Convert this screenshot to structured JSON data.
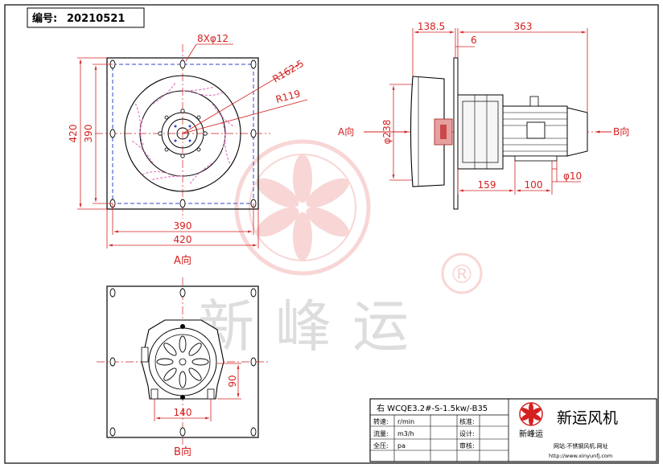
{
  "header": {
    "code_label": "编号:",
    "code_value": "20210521"
  },
  "front_view": {
    "dims": {
      "holes": "8Xφ12",
      "r_outer": "R162.5",
      "r_inner": "R119",
      "height_outer": "420",
      "height_inner": "390",
      "width_inner": "390",
      "width_outer": "420"
    },
    "view_label": "A向"
  },
  "side_view": {
    "dims": {
      "d_138": "138.5",
      "d_6": "6",
      "d_363": "363",
      "d_238": "φ238",
      "d_159": "159",
      "d_100": "100",
      "d_10": "φ10"
    },
    "label_a": "A向",
    "label_b": "B向"
  },
  "bottom_view": {
    "dims": {
      "d_90": "90",
      "d_140": "140"
    },
    "view_label": "B向"
  },
  "watermark": {
    "text": "新峰运",
    "registered": "®"
  },
  "title_block": {
    "model": "右  WCQE3.2#-S-1.5kw/-B35",
    "rows": [
      {
        "label": "转速:",
        "unit": "r/min",
        "check": "核准:"
      },
      {
        "label": "流量:",
        "unit": "m3/h",
        "check": "设计:"
      },
      {
        "label": "全压:",
        "unit": "pa",
        "check": "审核:"
      }
    ],
    "brand": "新运风机",
    "logo_text": "新峰运",
    "url_line1": "网站:不锈钢风机.网址",
    "url_line2": "http://www.xinyunfj.com"
  }
}
